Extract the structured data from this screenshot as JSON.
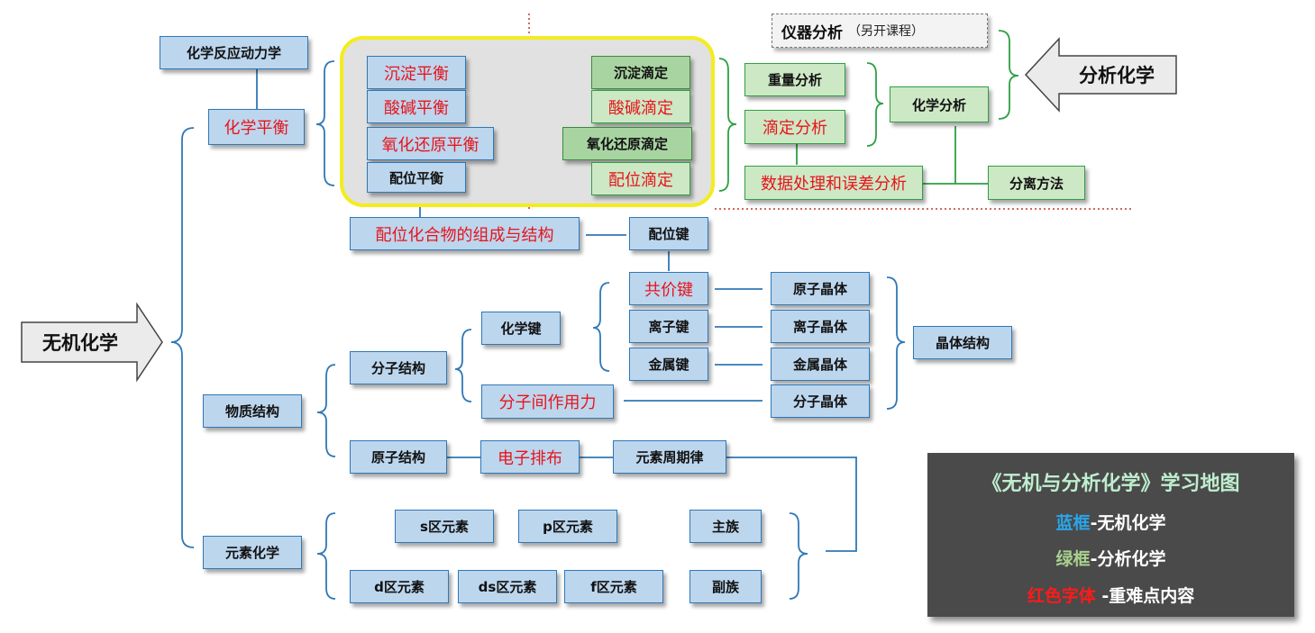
{
  "nodes": {
    "kinetics": "化学反应动力学",
    "equilibrium": "化学平衡",
    "precipitation_eq": "沉淀平衡",
    "acid_base_eq": "酸碱平衡",
    "redox_eq": "氧化还原平衡",
    "coordination_eq": "配位平衡",
    "precipitation_titration": "沉淀滴定",
    "acid_base_titration": "酸碱滴定",
    "redox_titration": "氧化还原滴定",
    "coordination_titration": "配位滴定",
    "gravimetric": "重量分析",
    "titration_analysis": "滴定分析",
    "chemical_analysis": "化学分析",
    "data_processing": "数据处理和误差分析",
    "separation": "分离方法",
    "instrument_analysis": "仪器分析",
    "instrument_note": "（另开课程）",
    "analytical_chem": "分析化学",
    "inorganic_chem": "无机化学",
    "complex_structure": "配位化合物的组成与结构",
    "coordination_bond": "配位键",
    "covalent_bond": "共价键",
    "ionic_bond": "离子键",
    "metallic_bond": "金属键",
    "atomic_crystal": "原子晶体",
    "ionic_crystal": "离子晶体",
    "metallic_crystal": "金属晶体",
    "molecular_crystal": "分子晶体",
    "crystal_structure": "晶体结构",
    "chemical_bond": "化学键",
    "molecular_structure": "分子结构",
    "intermolecular_force": "分子间作用力",
    "matter_structure": "物质结构",
    "atomic_structure": "原子结构",
    "electron_config": "电子排布",
    "periodic_law": "元素周期律",
    "element_chem": "元素化学",
    "s_block": "s区元素",
    "p_block": "p区元素",
    "main_group": "主族",
    "d_block": "d区元素",
    "ds_block": "ds区元素",
    "f_block": "f区元素",
    "sub_group": "副族"
  },
  "legend": {
    "title": "《无机与分析化学》学习地图",
    "blue_key": "蓝框",
    "blue_desc": "-无机化学",
    "green_key": "绿框",
    "green_desc": "-分析化学",
    "red_key": "红色字体",
    "red_desc": " -重难点内容"
  },
  "colors": {
    "blue_border": "#2f78b6",
    "blue_fill": "#bcd6ee",
    "green_border": "#2ea043",
    "green_fill": "#cde8c5",
    "highlight_red": "#e8141b",
    "panel_yellow": "#f4ec1d"
  }
}
